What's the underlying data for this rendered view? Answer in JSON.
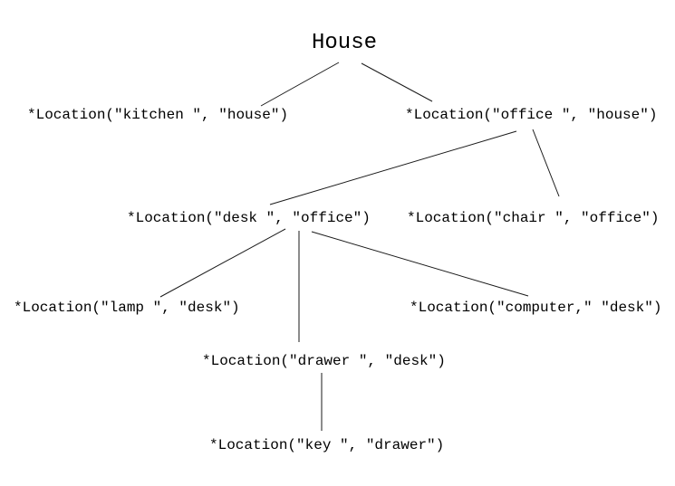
{
  "diagram": {
    "type": "tree",
    "title": "House",
    "root": {
      "id": "house",
      "label": "House"
    },
    "nodes": [
      {
        "id": "kitchen",
        "label": "*Location(\"kitchen \", \"house\")",
        "parent": "house"
      },
      {
        "id": "office",
        "label": "*Location(\"office \", \"house\")",
        "parent": "house"
      },
      {
        "id": "desk",
        "label": "*Location(\"desk \", \"office\")",
        "parent": "office"
      },
      {
        "id": "chair",
        "label": "*Location(\"chair \", \"office\")",
        "parent": "office"
      },
      {
        "id": "lamp",
        "label": "*Location(\"lamp \", \"desk\")",
        "parent": "desk"
      },
      {
        "id": "drawer",
        "label": "*Location(\"drawer \", \"desk\")",
        "parent": "desk"
      },
      {
        "id": "computer",
        "label": "*Location(\"computer,\" \"desk\")",
        "parent": "desk"
      },
      {
        "id": "key",
        "label": "*Location(\"key \", \"drawer\")",
        "parent": "drawer"
      }
    ],
    "edges": [
      {
        "from": "house",
        "to": "kitchen"
      },
      {
        "from": "house",
        "to": "office"
      },
      {
        "from": "office",
        "to": "desk"
      },
      {
        "from": "office",
        "to": "chair"
      },
      {
        "from": "desk",
        "to": "lamp"
      },
      {
        "from": "desk",
        "to": "drawer"
      },
      {
        "from": "desk",
        "to": "computer"
      },
      {
        "from": "drawer",
        "to": "key"
      }
    ],
    "colors": {
      "line": "#1a1a1a",
      "text": "#000000",
      "background": "#ffffff"
    }
  }
}
